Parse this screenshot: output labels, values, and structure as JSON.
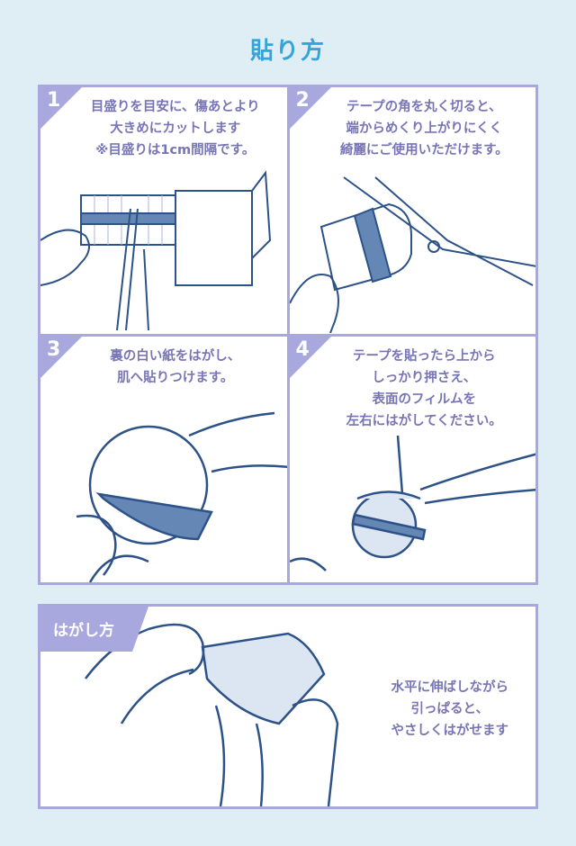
{
  "title": "貼り方",
  "steps": [
    {
      "number": "1",
      "lines": [
        "目盛りを目安に、傷あとより",
        "大きめにカットします",
        "※目盛りは1cm間隔です。"
      ]
    },
    {
      "number": "2",
      "lines": [
        "テープの角を丸く切ると、",
        "端からめくり上がりにくく",
        "綺麗にご使用いただけます。"
      ]
    },
    {
      "number": "3",
      "lines": [
        "裏の白い紙をはがし、",
        "肌へ貼りつけます。"
      ]
    },
    {
      "number": "4",
      "lines": [
        "テープを貼ったら上から",
        "しっかり押さえ、",
        "表面のフィルムを",
        "左右にはがしてください。"
      ]
    }
  ],
  "removal": {
    "label": "はがし方",
    "lines": [
      "水平に伸ばしながら",
      "引っぱると、",
      "やさしくはがせます"
    ]
  },
  "colors": {
    "title": "#35a4d8",
    "border": "#a9a8de",
    "text": "#7775b5",
    "line": "#2c5288",
    "tape": "#6587b5"
  }
}
